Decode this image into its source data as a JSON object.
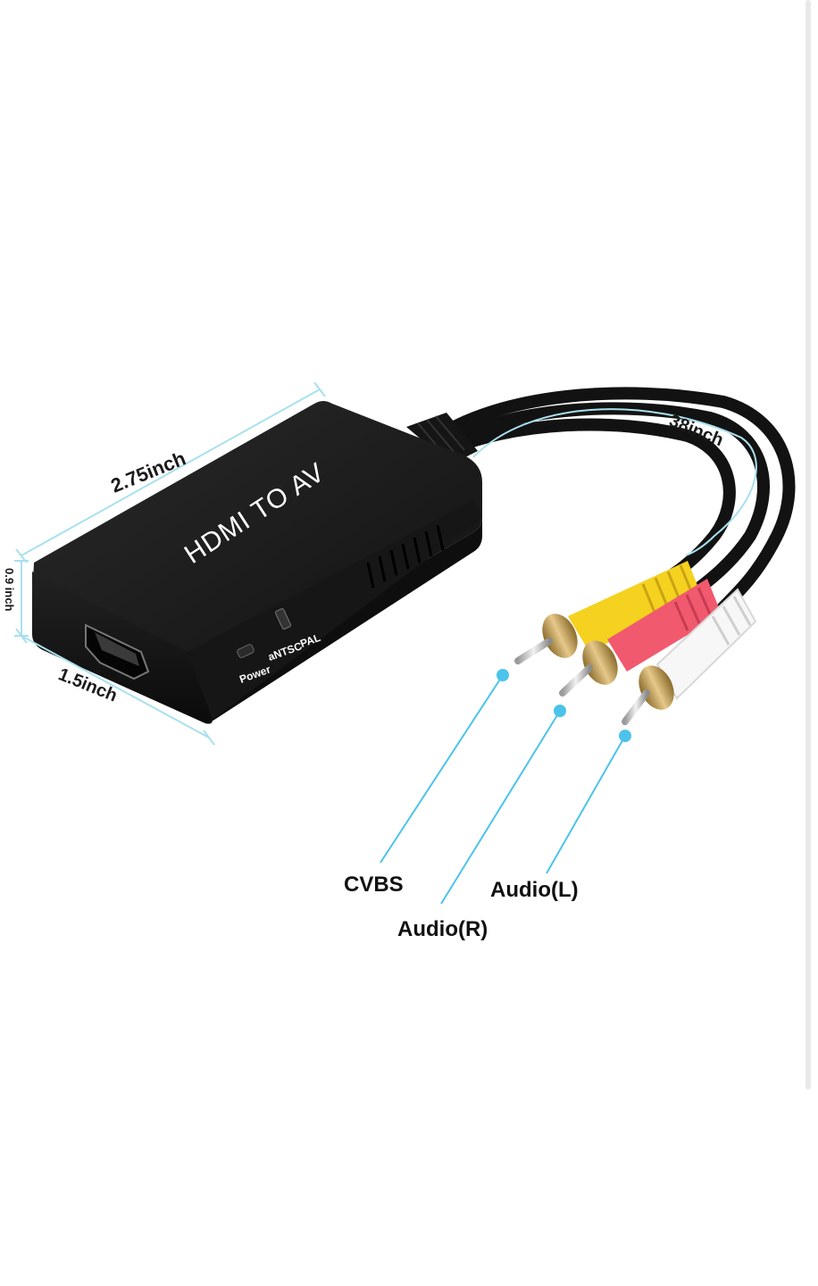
{
  "product": {
    "device_label": "HDMI TO AV",
    "port_labels": {
      "power": "Power",
      "ntsc": "aNTSC",
      "pal": "PAL"
    },
    "dimensions": {
      "length": "2.75inch",
      "height": "0.9 inch",
      "width": "1.5inch",
      "cable": "38inch"
    },
    "connectors": {
      "cvbs": "CVBS",
      "audio_r": "Audio(R)",
      "audio_l": "Audio(L)"
    }
  },
  "colors": {
    "device_body": "#1b1b1b",
    "callout_line": "#4cc3ea",
    "yellow_plug": "#f7d62a",
    "red_plug": "#f04b63",
    "white_plug": "#f4f4f4",
    "gold_tip": "#c9a35c"
  }
}
